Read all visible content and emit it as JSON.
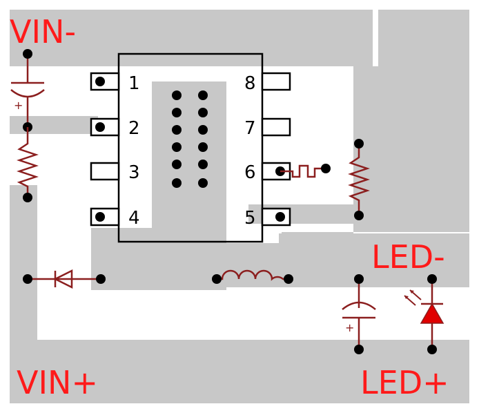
{
  "labels": {
    "vin_minus": "VIN-",
    "vin_plus": "VIN+",
    "led_minus": "LED-",
    "led_plus": "LED+"
  },
  "ic_pins": [
    "1",
    "2",
    "3",
    "4",
    "5",
    "6",
    "7",
    "8"
  ],
  "colors": {
    "copper": "#c8c8c8",
    "component": "#8b1e1e",
    "label": "#ff1a1a",
    "led": "#e00000"
  }
}
